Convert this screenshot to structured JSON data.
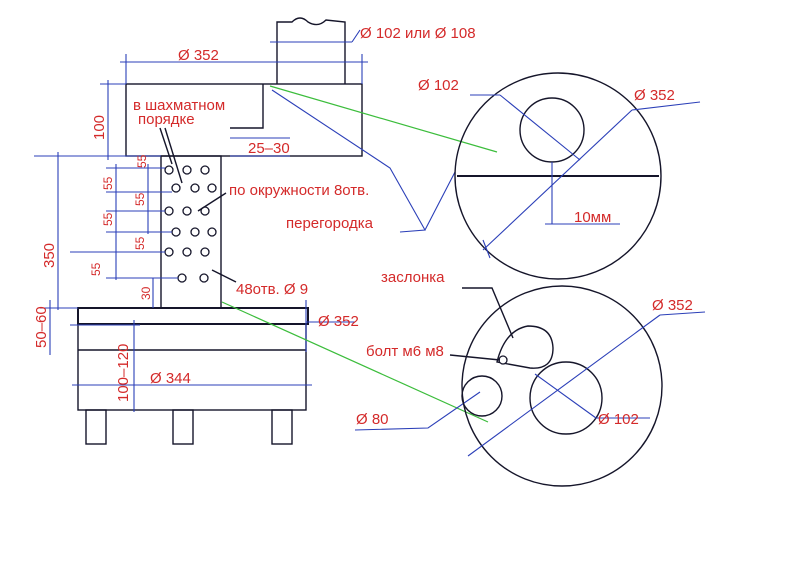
{
  "labels": {
    "chimney_pipe_dia": "Ø 102 или Ø 108",
    "top_box_dia": "Ø 352",
    "top_box_height": "100",
    "staggered_line1": "в шахматном",
    "staggered_line2": "порядке",
    "gap": "25–30",
    "hole_pitch_top": "55",
    "hole_pitch_1": "55",
    "hole_pitch_2": "55",
    "hole_pitch_3": "55",
    "hole_pitch_4": "55",
    "hole_pitch_5": "55",
    "column_height": "350",
    "circle_holes": "по окружности 8отв.",
    "partition": "перегородка",
    "holes_count": "48отв. Ø 9",
    "bottom_offset": "30",
    "base_gap": "50–60",
    "base_dia_top": "Ø 352",
    "base_height": "100–120",
    "base_dia_inner": "Ø 344",
    "top_view_hole_dia": "Ø 102",
    "top_view_outer_dia": "Ø 352",
    "top_view_offset": "10мм",
    "damper": "заслонка",
    "bolt": "болт м6  м8",
    "bottom_view_outer_dia": "Ø 352",
    "bottom_view_small_dia": "Ø 80",
    "bottom_view_hole_dia": "Ø 102"
  },
  "colors": {
    "text": "#d42a2a",
    "ink": "#15152a",
    "dimension": "#2b3fb8",
    "leader_green": "#3cbd3c"
  }
}
